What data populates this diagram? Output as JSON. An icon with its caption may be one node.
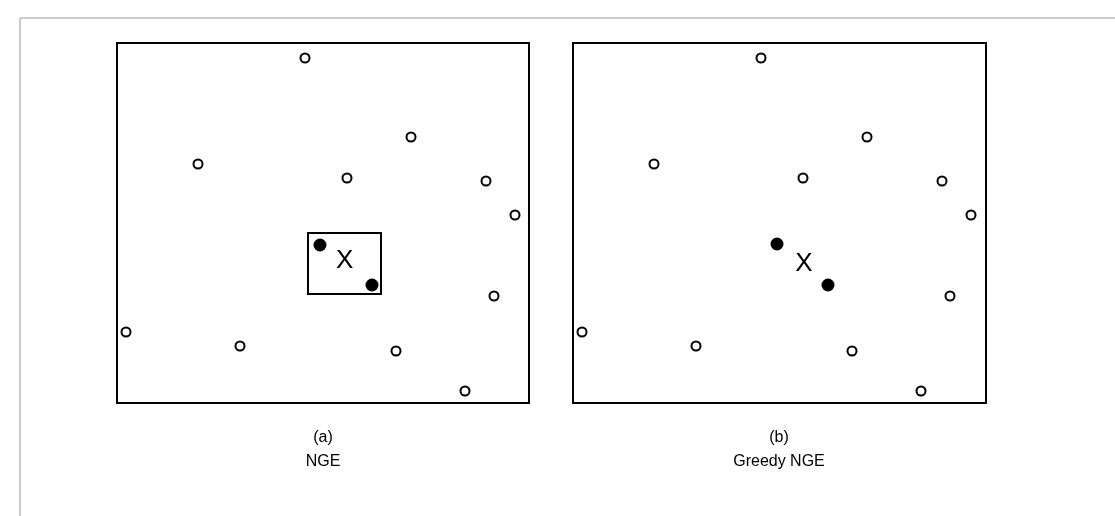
{
  "diagram": {
    "nodes": [
      {
        "text": [],
        "shape": "box"
      },
      {
        "text": [
          "X"
        ],
        "in": 0
      },
      {
        "text": [],
        "shape": "box"
      }
    ],
    "labels": [
      "X",
      "(a)",
      "NGE",
      "(b)",
      "Greedy NGE"
    ]
  }
}
